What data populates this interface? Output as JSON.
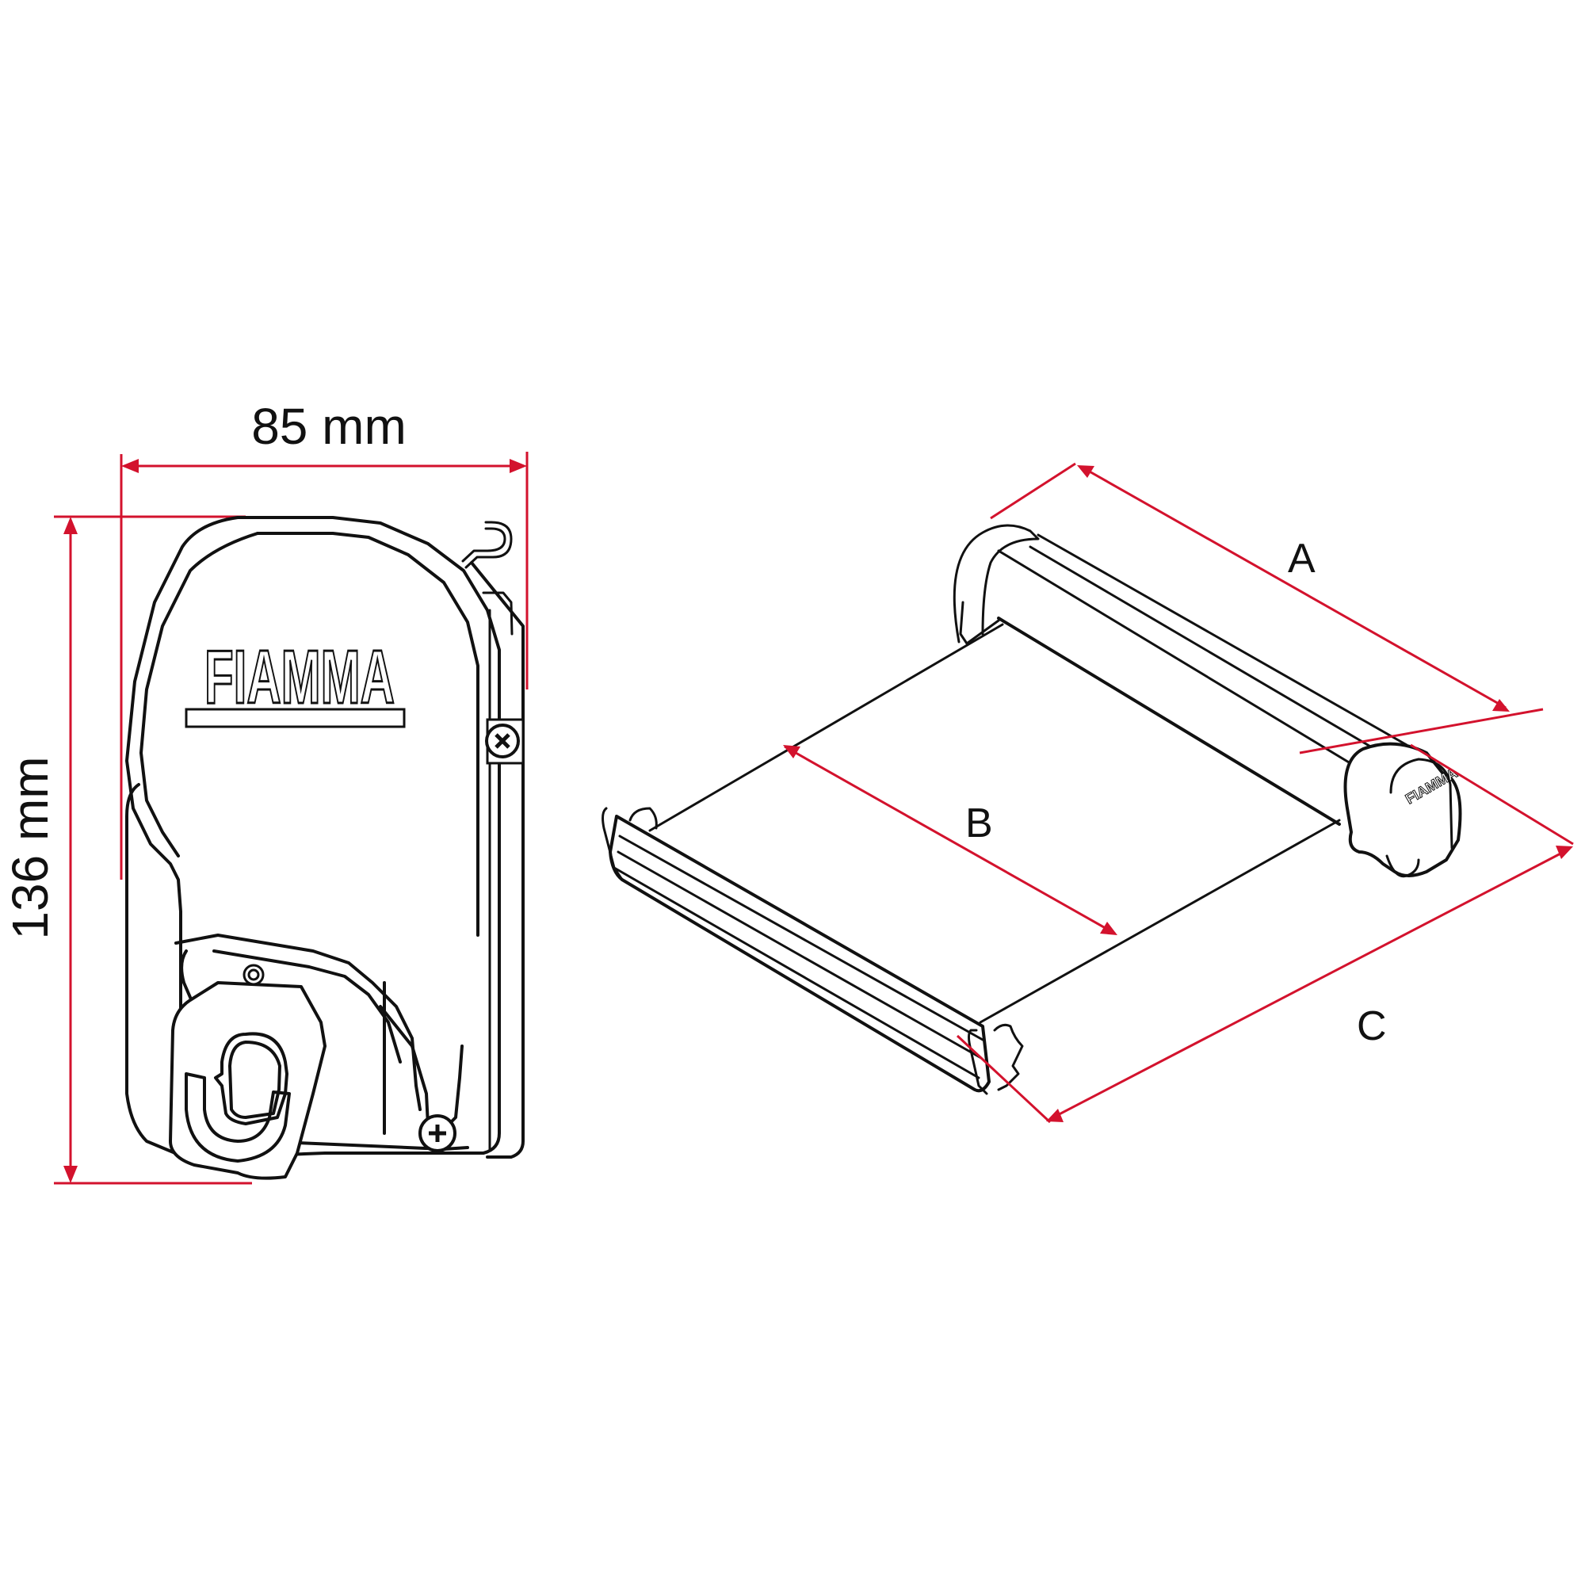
{
  "side_view": {
    "width_label": "85 mm",
    "height_label": "136 mm",
    "brand_logo": "FIAMMA",
    "icons": [
      "screw-cross-icon",
      "screw-cross-icon",
      "bolt-icon",
      "hook-icon",
      "crank-eye-icon"
    ]
  },
  "perspective_view": {
    "dimension_a_label": "A",
    "dimension_b_label": "B",
    "dimension_c_label": "C",
    "brand_logo": "FIAMMA"
  },
  "colors": {
    "dimension_line": "#d3122d",
    "outline": "#111111",
    "background": "#ffffff"
  }
}
